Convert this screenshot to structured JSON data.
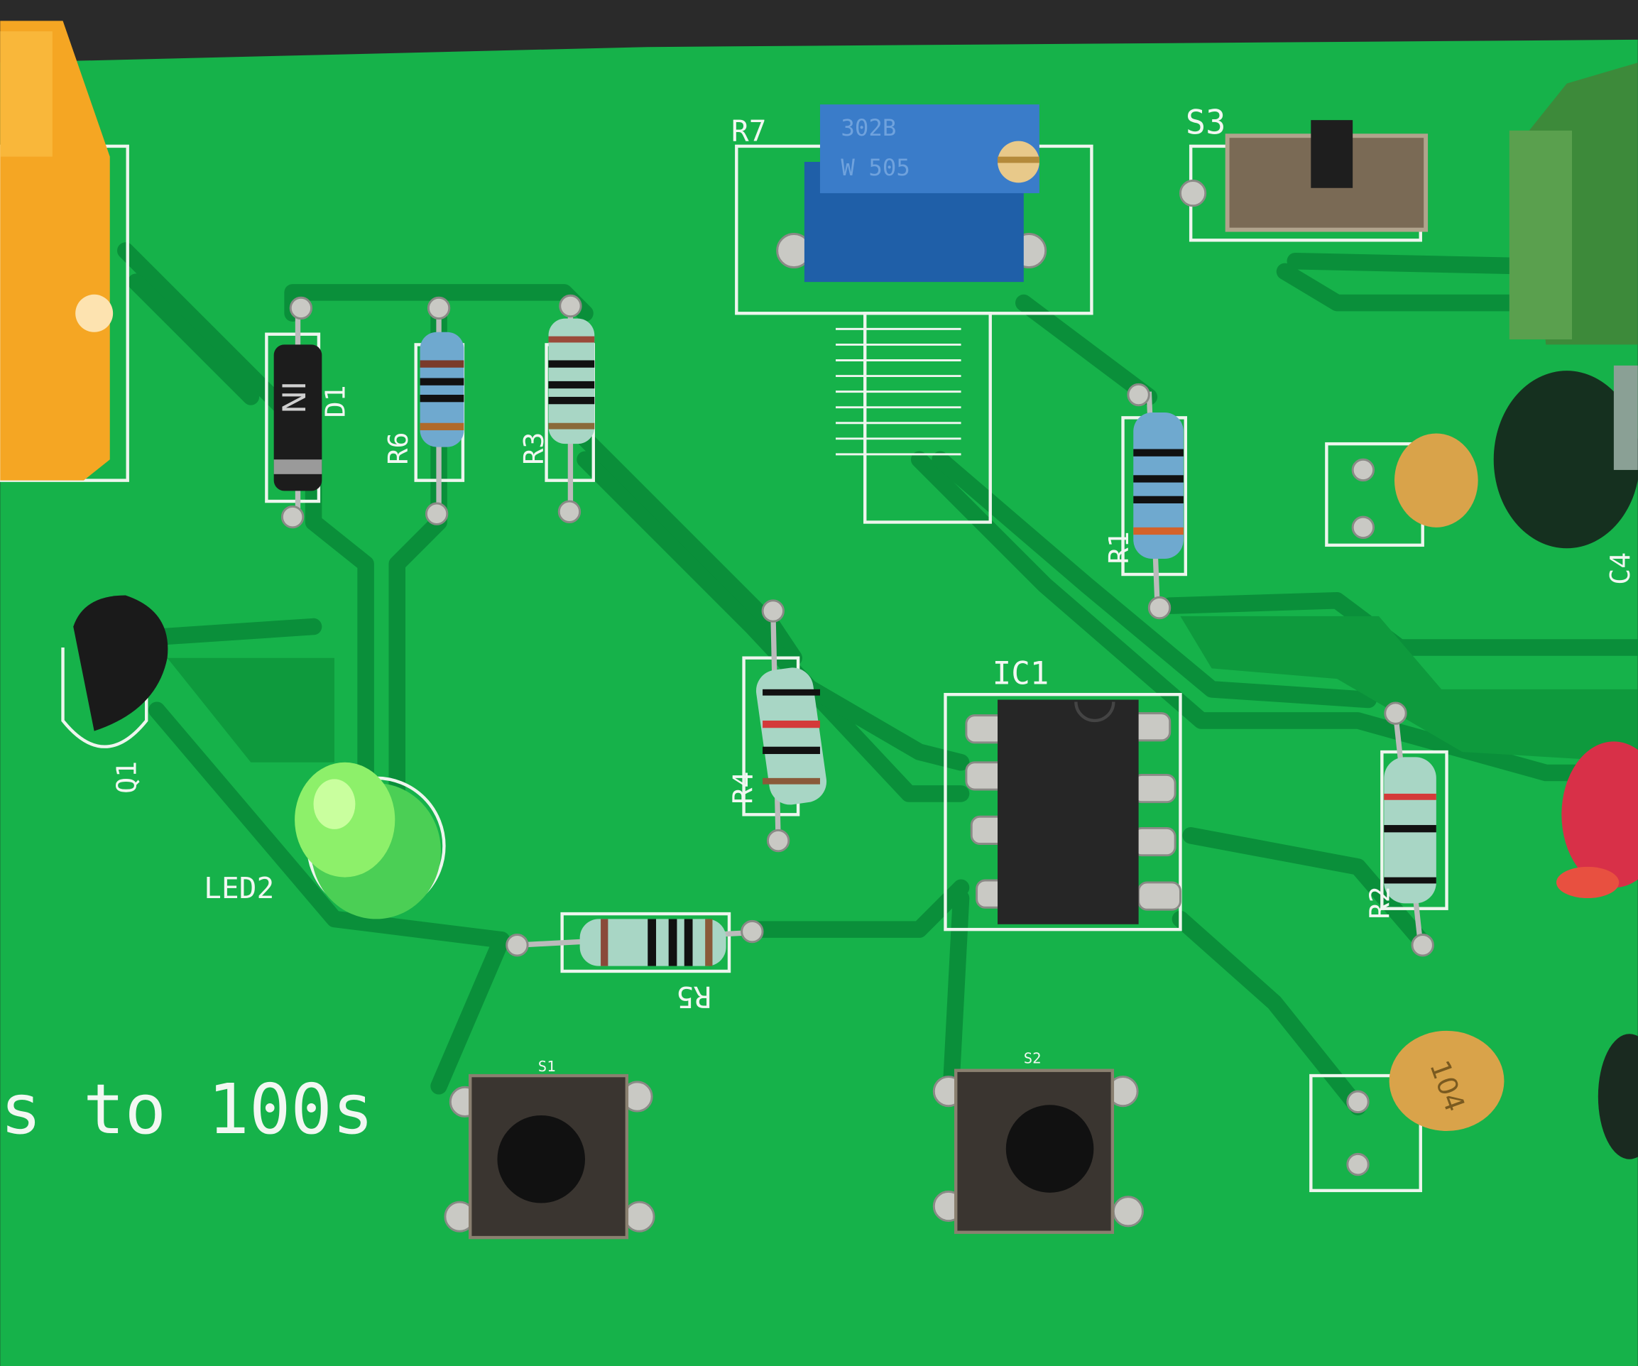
{
  "board": {
    "colors": {
      "pcb": "#16b24a",
      "trace": "#0a8f3a",
      "silkscreen": "#f2f7f2",
      "background": "#2a2a2a"
    },
    "silkscreen_text": "s to 100s",
    "labels": {
      "r7": "R7",
      "s3": "S3",
      "d1": "D1",
      "r6": "R6",
      "r3": "R3",
      "r1": "R1",
      "c4": "C4",
      "q1": "Q1",
      "led2": "LED2",
      "r4": "R4",
      "ic1": "IC1",
      "r2": "R2",
      "r5": "R5",
      "s1": "S1",
      "s2": "S2"
    },
    "component_markings": {
      "potentiometer_line1": "302B",
      "potentiometer_line2": "W 505",
      "diode": "IN",
      "capacitor": "104"
    }
  }
}
